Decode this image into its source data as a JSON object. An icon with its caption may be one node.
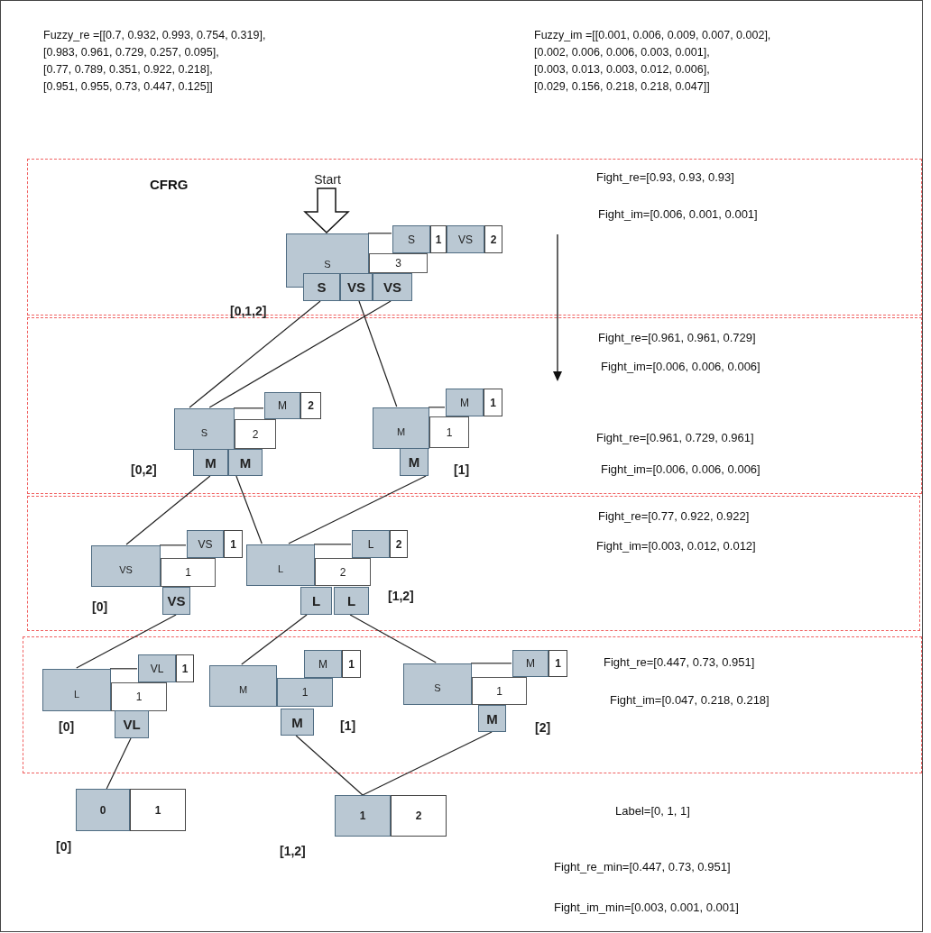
{
  "diagram": {
    "nodes": [
      {
        "text": [
          "CFRG",
          "Fight_re=[0.93, 0.93, 0.93]",
          "Fight_im=[0.006, 0.001, 0.001]"
        ]
      },
      {
        "text": [
          "Fight_re=[0.961, 0.961, 0.729]",
          "Fight_im=[0.006, 0.006, 0.006]",
          "Fight_re=[0.961, 0.729, 0.961]",
          "Fight_im=[0.006, 0.006, 0.006]"
        ]
      },
      {
        "text": [
          "Fight_re=[0.77, 0.922, 0.922]",
          "Fight_im=[0.003, 0.012, 0.012]"
        ]
      },
      {
        "text": [
          "Fight_re=[0.447, 0.73, 0.951]",
          "Fight_im=[0.047, 0.218, 0.218]"
        ]
      },
      {
        "text": [
          "Start"
        ],
        "in": 0
      },
      {
        "text": [
          "S"
        ],
        "in": 0
      },
      {
        "text": [
          "3"
        ],
        "in": 0
      },
      {
        "text": [
          "S"
        ],
        "in": 0
      },
      {
        "text": [
          "1"
        ],
        "in": 0
      },
      {
        "text": [
          "VS"
        ],
        "in": 0
      },
      {
        "text": [
          "2"
        ],
        "in": 0
      },
      {
        "text": [
          "S"
        ],
        "in": 0
      },
      {
        "text": [
          "VS"
        ],
        "in": 0
      },
      {
        "text": [
          "VS"
        ],
        "in": 0
      },
      {
        "text": [
          "S"
        ],
        "in": 1
      },
      {
        "text": [
          "2"
        ],
        "in": 1
      },
      {
        "text": [
          "M"
        ],
        "in": 1
      },
      {
        "text": [
          "2"
        ],
        "in": 1
      },
      {
        "text": [
          "M"
        ],
        "in": 1
      },
      {
        "text": [
          "M"
        ],
        "in": 1
      },
      {
        "text": [
          "M"
        ],
        "in": 1
      },
      {
        "text": [
          "1"
        ],
        "in": 1
      },
      {
        "text": [
          "M"
        ],
        "in": 1
      },
      {
        "text": [
          "1"
        ],
        "in": 1
      },
      {
        "text": [
          "M"
        ],
        "in": 1
      },
      {
        "text": [
          "VS"
        ],
        "in": 2
      },
      {
        "text": [
          "1"
        ],
        "in": 2
      },
      {
        "text": [
          "VS"
        ],
        "in": 2
      },
      {
        "text": [
          "1"
        ],
        "in": 2
      },
      {
        "text": [
          "VS"
        ],
        "in": 2
      },
      {
        "text": [
          "L"
        ],
        "in": 2
      },
      {
        "text": [
          "2"
        ],
        "in": 2
      },
      {
        "text": [
          "L"
        ],
        "in": 2
      },
      {
        "text": [
          "2"
        ],
        "in": 2
      },
      {
        "text": [
          "L"
        ],
        "in": 2
      },
      {
        "text": [
          "L"
        ],
        "in": 2
      },
      {
        "text": [
          "L"
        ],
        "in": 3
      },
      {
        "text": [
          "1"
        ],
        "in": 3
      },
      {
        "text": [
          "VL"
        ],
        "in": 3
      },
      {
        "text": [
          "1"
        ],
        "in": 3
      },
      {
        "text": [
          "VL"
        ],
        "in": 3
      },
      {
        "text": [
          "M"
        ],
        "in": 3
      },
      {
        "text": [
          "1"
        ],
        "in": 3
      },
      {
        "text": [
          "M"
        ],
        "in": 3
      },
      {
        "text": [
          "1"
        ],
        "in": 3
      },
      {
        "text": [
          "M"
        ],
        "in": 3
      },
      {
        "text": [
          "S"
        ],
        "in": 3
      },
      {
        "text": [
          "1"
        ],
        "in": 3
      },
      {
        "text": [
          "M"
        ],
        "in": 3
      },
      {
        "text": [
          "1"
        ],
        "in": 3
      },
      {
        "text": [
          "M"
        ],
        "in": 3
      },
      {
        "text": [
          "0"
        ]
      },
      {
        "text": [
          "1"
        ]
      },
      {
        "text": [
          "1"
        ]
      },
      {
        "text": [
          "2"
        ]
      }
    ],
    "edges": [
      {
        "from": 4,
        "to": 5,
        "arrow": "to",
        "style": "thick"
      },
      {
        "from": 11,
        "to": 14,
        "arrow": "none"
      },
      {
        "from": 12,
        "to": 20,
        "arrow": "none"
      },
      {
        "from": 13,
        "to": 14,
        "arrow": "none"
      },
      {
        "from": 18,
        "to": 25,
        "arrow": "none"
      },
      {
        "from": 19,
        "to": 30,
        "arrow": "none"
      },
      {
        "from": 24,
        "to": 30,
        "arrow": "none"
      },
      {
        "from": 29,
        "to": 36,
        "arrow": "none"
      },
      {
        "from": 34,
        "to": 41,
        "arrow": "none"
      },
      {
        "from": 35,
        "to": 46,
        "arrow": "none"
      },
      {
        "from": 40,
        "to": 51,
        "arrow": "none"
      },
      {
        "from": 45,
        "to": 53,
        "arrow": "none"
      },
      {
        "from": 50,
        "to": 53,
        "arrow": "none"
      }
    ],
    "labels": [
      "Fuzzy_re =[[0.7, 0.932, 0.993, 0.754, 0.319], [0.983, 0.961, 0.729, 0.257, 0.095], [0.77, 0.789, 0.351, 0.922, 0.218], [0.951, 0.955, 0.73, 0.447, 0.125]]",
      "Fuzzy_im =[[0.001, 0.006, 0.009, 0.007, 0.002], [0.002, 0.006, 0.006, 0.003, 0.001], [0.003, 0.013, 0.003, 0.012, 0.006], [0.029, 0.156, 0.218, 0.218, 0.047]]",
      "[0,1,2]",
      "[0,2]",
      "[1]",
      "[0]",
      "[1,2]",
      "[0]",
      "[1]",
      "[2]",
      "Label=[0, 1, 1]",
      "[0]",
      "[1,2]",
      "Fight_re_min=[0.447, 0.73, 0.951]",
      "Fight_im_min=[0.003, 0.001, 0.001]"
    ]
  }
}
